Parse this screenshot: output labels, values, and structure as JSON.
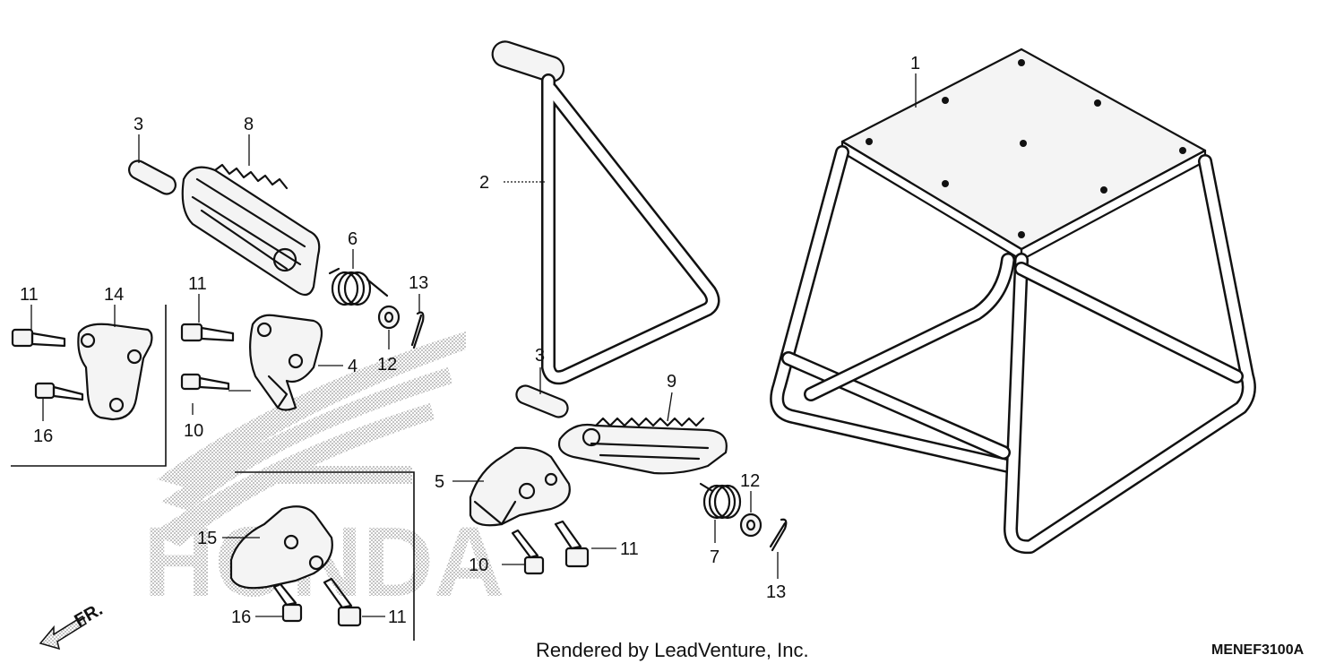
{
  "diagram": {
    "callouts": [
      {
        "id": "1",
        "label": "1"
      },
      {
        "id": "2",
        "label": "2"
      },
      {
        "id": "3a",
        "label": "3"
      },
      {
        "id": "3b",
        "label": "3"
      },
      {
        "id": "4",
        "label": "4"
      },
      {
        "id": "5",
        "label": "5"
      },
      {
        "id": "6",
        "label": "6"
      },
      {
        "id": "7",
        "label": "7"
      },
      {
        "id": "8",
        "label": "8"
      },
      {
        "id": "9",
        "label": "9"
      },
      {
        "id": "10a",
        "label": "10"
      },
      {
        "id": "10b",
        "label": "10"
      },
      {
        "id": "11a",
        "label": "11"
      },
      {
        "id": "11b",
        "label": "11"
      },
      {
        "id": "11c",
        "label": "11"
      },
      {
        "id": "11d",
        "label": "11"
      },
      {
        "id": "12a",
        "label": "12"
      },
      {
        "id": "12b",
        "label": "12"
      },
      {
        "id": "13a",
        "label": "13"
      },
      {
        "id": "13b",
        "label": "13"
      },
      {
        "id": "14",
        "label": "14"
      },
      {
        "id": "15",
        "label": "15"
      },
      {
        "id": "16a",
        "label": "16"
      },
      {
        "id": "16b",
        "label": "16"
      }
    ],
    "direction_label": "FR.",
    "watermark_text": "HONDA",
    "footer_credit": "Rendered by LeadVenture, Inc.",
    "diagram_code": "MENEF3100A"
  }
}
